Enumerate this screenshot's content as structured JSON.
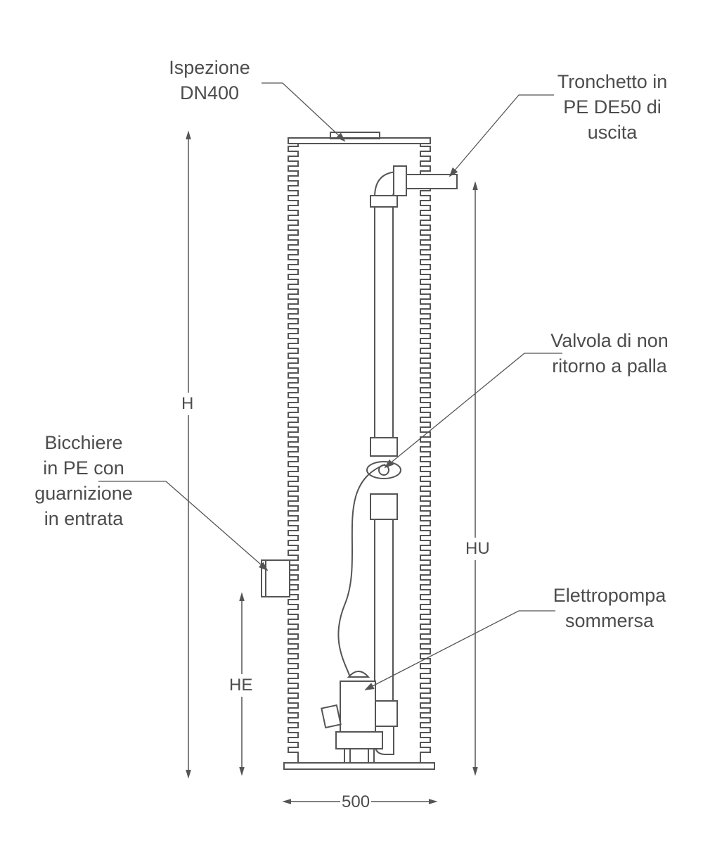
{
  "labels": {
    "inspection": [
      "Ispezione",
      "DN400"
    ],
    "outlet": [
      "Tronchetto in",
      "PE DE50 di",
      "uscita"
    ],
    "check_valve": [
      "Valvola di non",
      "ritorno a palla"
    ],
    "inlet": [
      "Bicchiere",
      "in PE con",
      "guarnizione",
      "in entrata"
    ],
    "pump": [
      "Elettropompa",
      "sommersa"
    ]
  },
  "dimensions": {
    "h": "H",
    "hu": "HU",
    "he": "HE",
    "width": "500"
  },
  "colors": {
    "line": "#555555",
    "text": "#4d4d4d",
    "fill": "#ffffff"
  }
}
